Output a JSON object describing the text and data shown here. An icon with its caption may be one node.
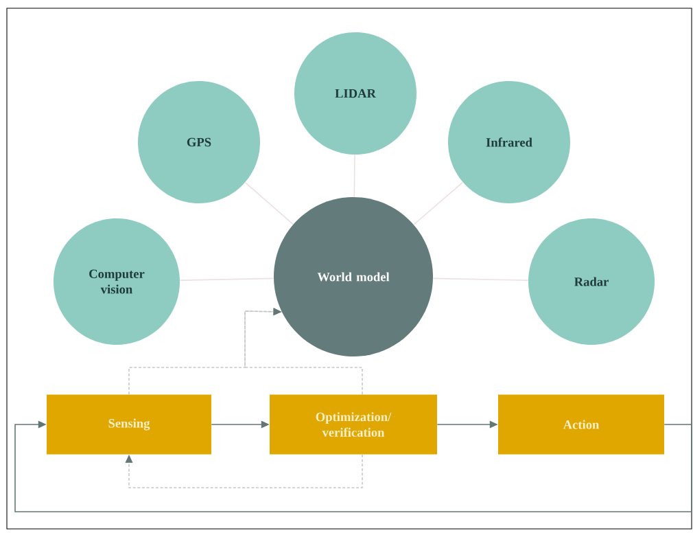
{
  "diagram": {
    "nodes": [
      {
        "text": [
          "LIDAR"
        ]
      },
      {
        "text": [
          "GPS"
        ]
      },
      {
        "text": [
          "Infrared"
        ]
      },
      {
        "text": [
          "Computer vision"
        ]
      },
      {
        "text": [
          "World model"
        ]
      },
      {
        "text": [
          "Radar"
        ]
      },
      {
        "text": [
          "Sensing"
        ]
      },
      {
        "text": [
          "Optimization/ verification"
        ]
      },
      {
        "text": [
          "Action"
        ]
      }
    ],
    "edges": [
      {
        "from": 0,
        "to": 4,
        "arrow": "none",
        "color": "#eee0e0"
      },
      {
        "from": 1,
        "to": 4,
        "arrow": "none",
        "color": "#eee0e0"
      },
      {
        "from": 2,
        "to": 4,
        "arrow": "none",
        "color": "#eee0e0"
      },
      {
        "from": 3,
        "to": 4,
        "arrow": "none",
        "color": "#eee0e0"
      },
      {
        "from": 5,
        "to": 4,
        "arrow": "none",
        "color": "#eee0e0"
      },
      {
        "from": 6,
        "to": 7,
        "arrow": "to",
        "color": "#647676"
      },
      {
        "from": 7,
        "to": 8,
        "arrow": "to",
        "color": "#647676"
      },
      {
        "from": 8,
        "to": 6,
        "arrow": "to",
        "color": "#647676"
      },
      {
        "from": 6,
        "to": 4,
        "arrow": "to",
        "style": "dashed",
        "color": "#c4c8c8"
      },
      {
        "from": 7,
        "to": 4,
        "arrow": "to",
        "style": "dashed",
        "color": "#c4c8c8"
      },
      {
        "from": 7,
        "to": 6,
        "arrow": "to",
        "style": "dashed",
        "color": "#c4c8c8"
      }
    ]
  }
}
